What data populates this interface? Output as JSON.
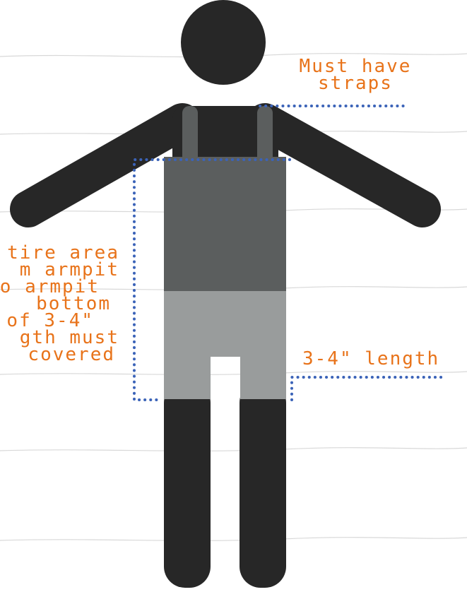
{
  "colors": {
    "figure": "#272727",
    "top_garment": "#5b5e5e",
    "bottom_garment": "#999c9c",
    "guide_dots": "#3b63b8",
    "label_text": "#e8731a",
    "ruled_lines": "#d6d6d6"
  },
  "annotations": {
    "straps": [
      "Must have",
      "straps"
    ],
    "coverage": [
      "tire area",
      "m armpit",
      "o armpit",
      "bottom",
      "of 3-4\"",
      "gth must",
      "covered"
    ],
    "length": [
      "3-4\" length"
    ]
  }
}
